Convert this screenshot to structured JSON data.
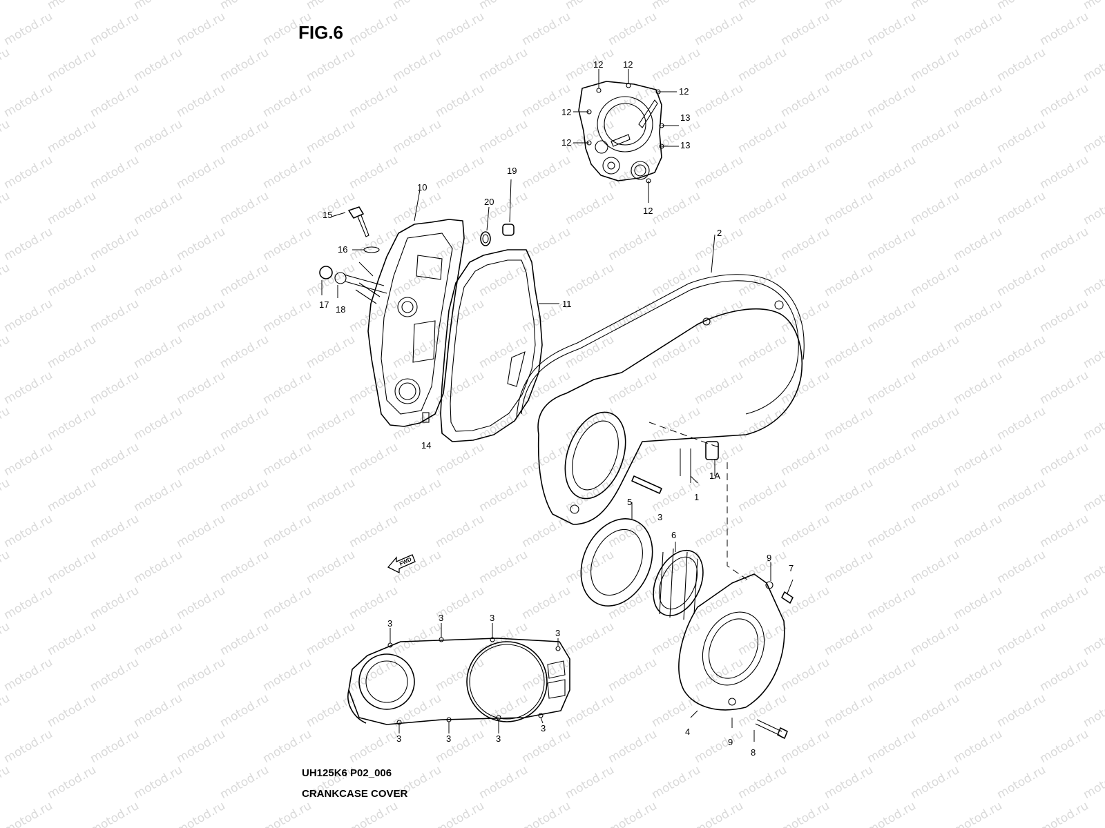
{
  "figure": "FIG.6",
  "diagram_code": "UH125K6 P02_006",
  "caption": "CRANKCASE COVER",
  "watermark": "motod.ru",
  "fwd_arrow": "FWD",
  "callouts": {
    "c_12a": "12",
    "c_12b": "12",
    "c_12c": "12",
    "c_12d": "12",
    "c_12e": "12",
    "c_12f": "12",
    "c_13a": "13",
    "c_13b": "13",
    "c_10": "10",
    "c_15": "15",
    "c_16": "16",
    "c_17": "17",
    "c_18": "18",
    "c_19": "19",
    "c_20": "20",
    "c_11": "11",
    "c_14": "14",
    "c_2": "2",
    "c_1": "1",
    "c_1a": "1A",
    "c_5": "5",
    "c_3a": "3",
    "c_6": "6",
    "c_9a": "9",
    "c_7": "7",
    "c_4": "4",
    "c_9b": "9",
    "c_8": "8",
    "c_3b": "3",
    "c_3c": "3",
    "c_3d": "3",
    "c_3e": "3",
    "c_3f": "3",
    "c_3g": "3",
    "c_3h": "3",
    "c_3i": "3"
  }
}
